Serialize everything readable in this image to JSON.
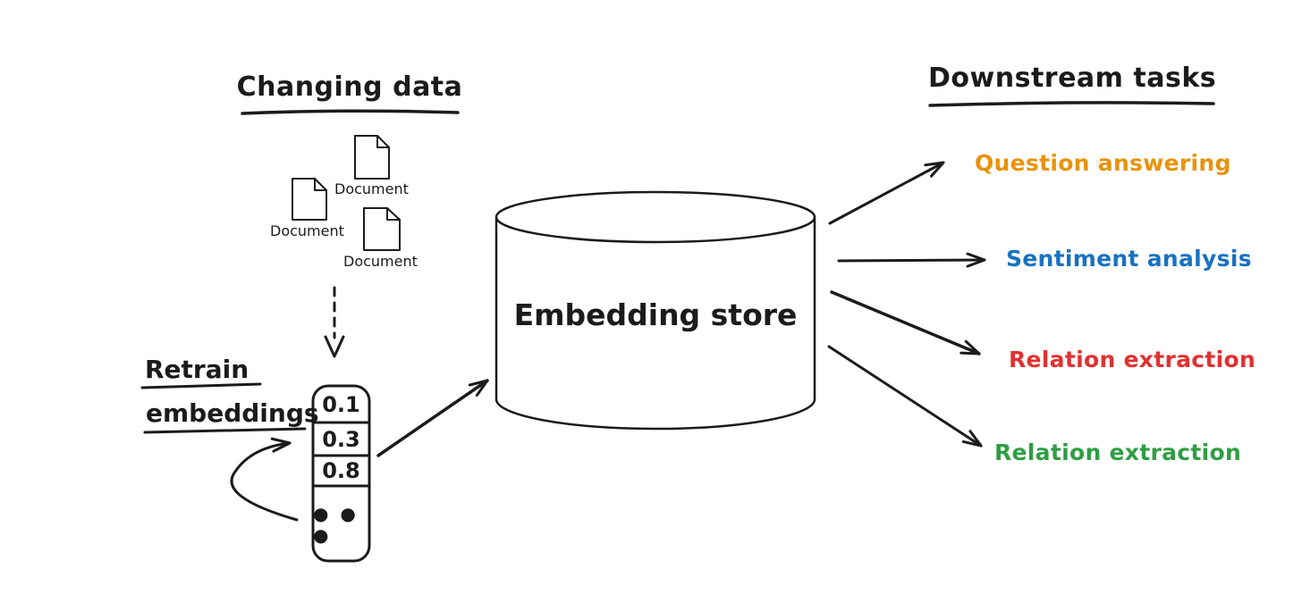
{
  "canvas": {
    "background": "#ffffff",
    "ink": "#1b1b1b"
  },
  "changing_data": {
    "title": "Changing data",
    "documents": [
      {
        "label": "Document"
      },
      {
        "label": "Document"
      },
      {
        "label": "Document"
      }
    ]
  },
  "retrain": {
    "line1": "Retrain",
    "line2": "embeddings",
    "vector": {
      "values": [
        "0.1",
        "0.3",
        "0.8",
        "● ● ●"
      ]
    }
  },
  "store": {
    "label": "Embedding store"
  },
  "downstream": {
    "title": "Downstream tasks",
    "tasks": [
      {
        "label": "Question answering",
        "color": "#E8930C"
      },
      {
        "label": "Sentiment analysis",
        "color": "#1971C2"
      },
      {
        "label": "Relation extraction",
        "color": "#E03131"
      },
      {
        "label": "Relation extraction",
        "color": "#2F9E44"
      }
    ]
  }
}
